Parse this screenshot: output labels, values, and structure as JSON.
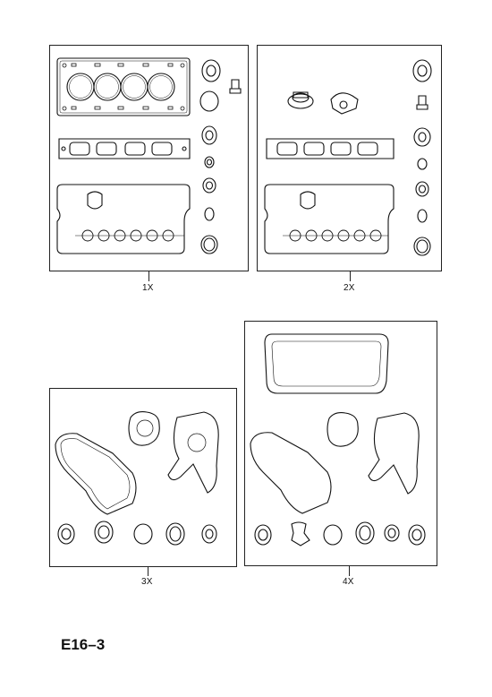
{
  "kits": [
    {
      "label": "1X"
    },
    {
      "label": "2X"
    },
    {
      "label": "3X"
    },
    {
      "label": "4X"
    }
  ],
  "page_code": "E16–3"
}
